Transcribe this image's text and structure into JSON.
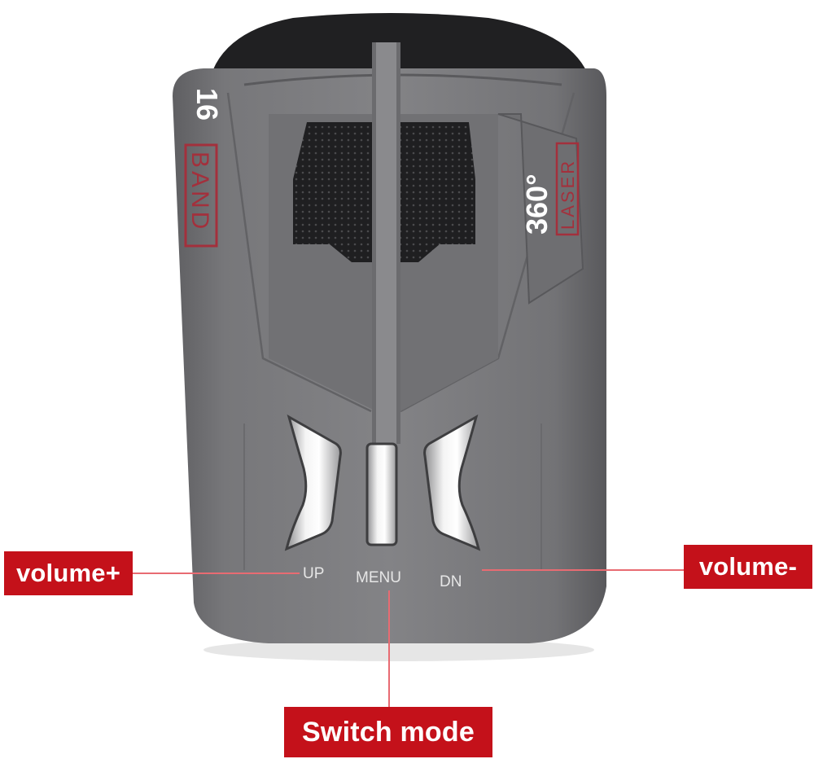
{
  "device": {
    "band_number": "16",
    "band_word": "BAND",
    "laser_number": "360°",
    "laser_word": "LASER"
  },
  "buttons": {
    "up_label": "UP",
    "menu_label": "MENU",
    "dn_label": "DN"
  },
  "callouts": {
    "volume_up": "volume+",
    "volume_down": "volume-",
    "switch_mode": "Switch mode"
  },
  "colors": {
    "callout_red": "#c4111a",
    "leader_line": "#e86b72",
    "body_gray": "#7b7b7e",
    "accent_red": "#a3303c"
  }
}
